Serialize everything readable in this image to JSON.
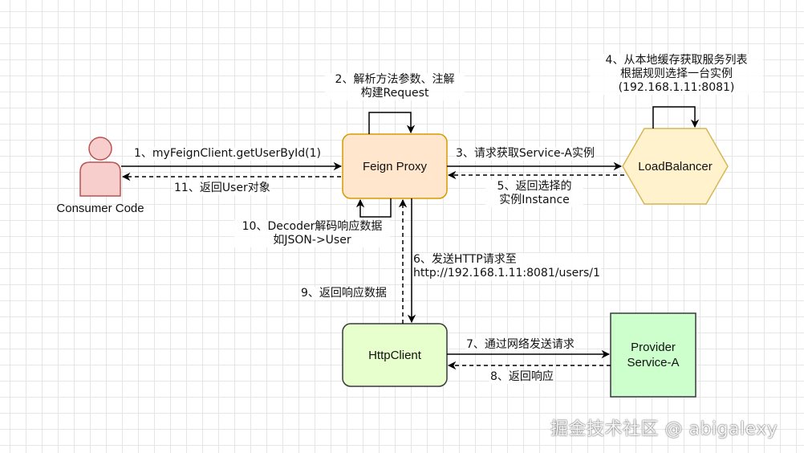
{
  "nodes": {
    "consumer": {
      "label": "Consumer Code"
    },
    "feign": {
      "label": "Feign Proxy"
    },
    "loadbalancer": {
      "label": "LoadBalancer"
    },
    "httpclient": {
      "label": "HttpClient"
    },
    "provider": {
      "line1": "Provider",
      "line2": "Service-A"
    }
  },
  "edges": {
    "e1": "1、myFeignClient.getUserById(1)",
    "e2_line1": "2、解析方法参数、注解",
    "e2_line2": "构建Request",
    "e3": "3、请求获取Service-A实例",
    "e4_line1": "4、从本地缓存获取服务列表",
    "e4_line2": "根据规则选择一台实例",
    "e4_line3": "(192.168.1.11:8081)",
    "e5_line1": "5、返回选择的",
    "e5_line2": "实例Instance",
    "e6_line1": "6、发送HTTP请求至",
    "e6_line2": "http://192.168.1.11:8081/users/1",
    "e7": "7、通过网络发送请求",
    "e8": "8、返回响应",
    "e9": "9、返回响应数据",
    "e10_line1": "10、Decoder解码响应数据",
    "e10_line2": "如JSON->User",
    "e11": "11、返回User对象"
  },
  "watermark": "掘金技术社区 @ abigalexy",
  "colors": {
    "actor_fill": "#f8cecc",
    "actor_stroke": "#b85450",
    "feign_fill": "#ffe6cc",
    "feign_stroke": "#d79b00",
    "lb_fill": "#fff2cc",
    "lb_stroke": "#d6b656",
    "httpclient_fill": "#e6ffcc",
    "httpclient_stroke": "#36393d",
    "provider_fill": "#ccffcc",
    "provider_stroke": "#36393d",
    "edge": "#000000"
  }
}
